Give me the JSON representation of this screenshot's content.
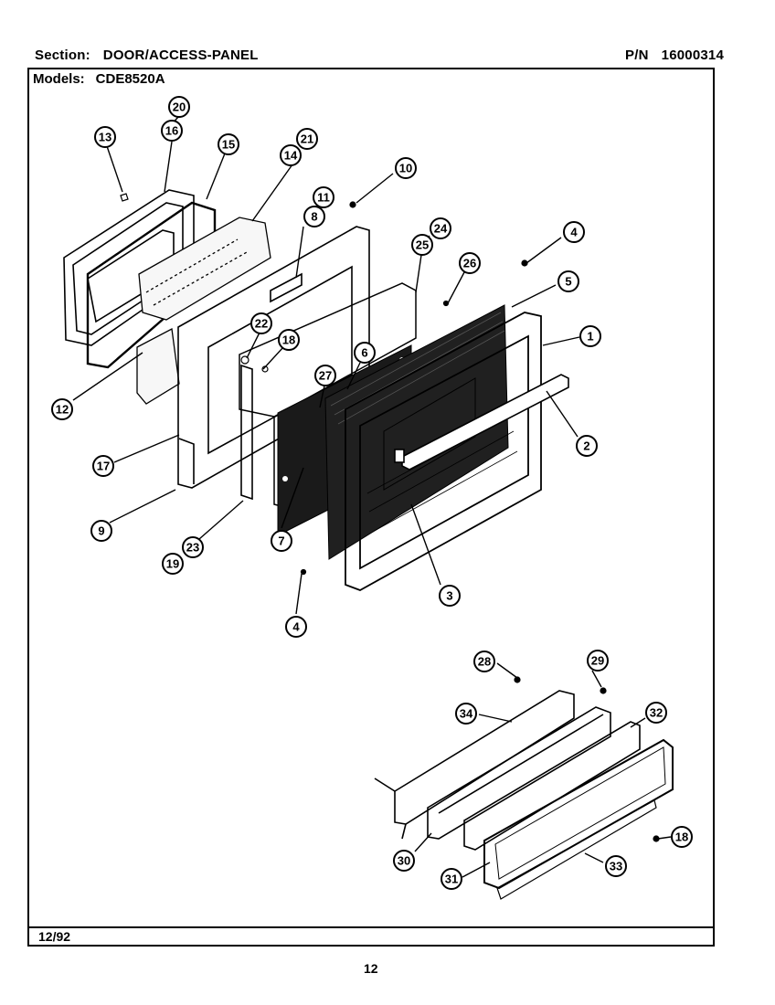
{
  "header": {
    "section_label": "Section:",
    "section_value": "DOOR/ACCESS-PANEL",
    "pn_label": "P/N",
    "pn_value": "16000314",
    "models_label": "Models:",
    "models_value": "CDE8520A"
  },
  "footer": {
    "date": "12/92",
    "page_number": "12"
  },
  "callouts": [
    "20",
    "16",
    "13",
    "15",
    "21",
    "14",
    "11",
    "8",
    "10",
    "24",
    "25",
    "26",
    "4",
    "5",
    "1",
    "22",
    "18",
    "6",
    "27",
    "2",
    "12",
    "17",
    "9",
    "23",
    "19",
    "7",
    "3",
    "4",
    "28",
    "29",
    "34",
    "32",
    "18",
    "30",
    "31",
    "33"
  ]
}
